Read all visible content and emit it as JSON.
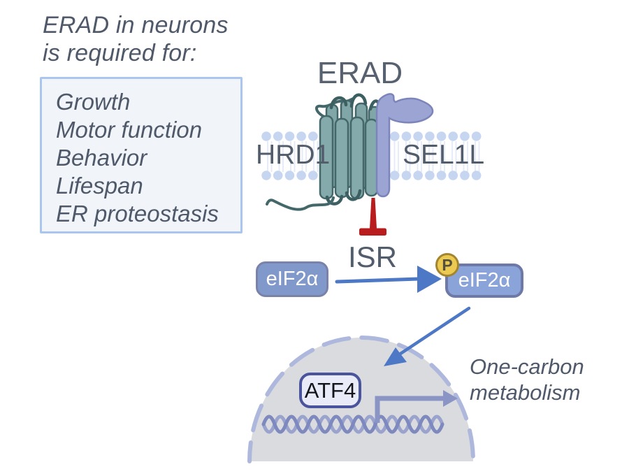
{
  "header": {
    "title_line1": "ERAD in neurons",
    "title_line2": "is required for:"
  },
  "required_for_box": {
    "items": [
      "Growth",
      "Motor function",
      "Behavior",
      "Lifespan",
      "ER proteostasis"
    ]
  },
  "membrane_complex": {
    "title": "ERAD",
    "left_protein": "HRD1",
    "right_protein": "SEL1L"
  },
  "signaling": {
    "inhibited_pathway": "ISR",
    "eif2a": "eIF2α",
    "eif2a_phosphorylated": "eIF2α",
    "phosphate": "P"
  },
  "nucleus": {
    "transcription_factor": "ATF4",
    "outcome_line1": "One-carbon",
    "outcome_line2": "metabolism"
  },
  "colors": {
    "text_slate": "#525c6b",
    "arrow_blue": "#4d78c5",
    "inhibition_red": "#b91c1c",
    "hrd1_teal": "#81a6a8",
    "sel1l_lavender": "#9ba4d3",
    "membrane_blue": "#c6d5f0",
    "phosphate_yellow": "#ecca52",
    "eif2a_box_blue": "#8098ca",
    "nucleus_gray": "#dadbdf",
    "dna_periwinkle": "#8a94c5",
    "list_box_border": "#aac6ee",
    "atf4_border_indigo": "#4a549d"
  }
}
